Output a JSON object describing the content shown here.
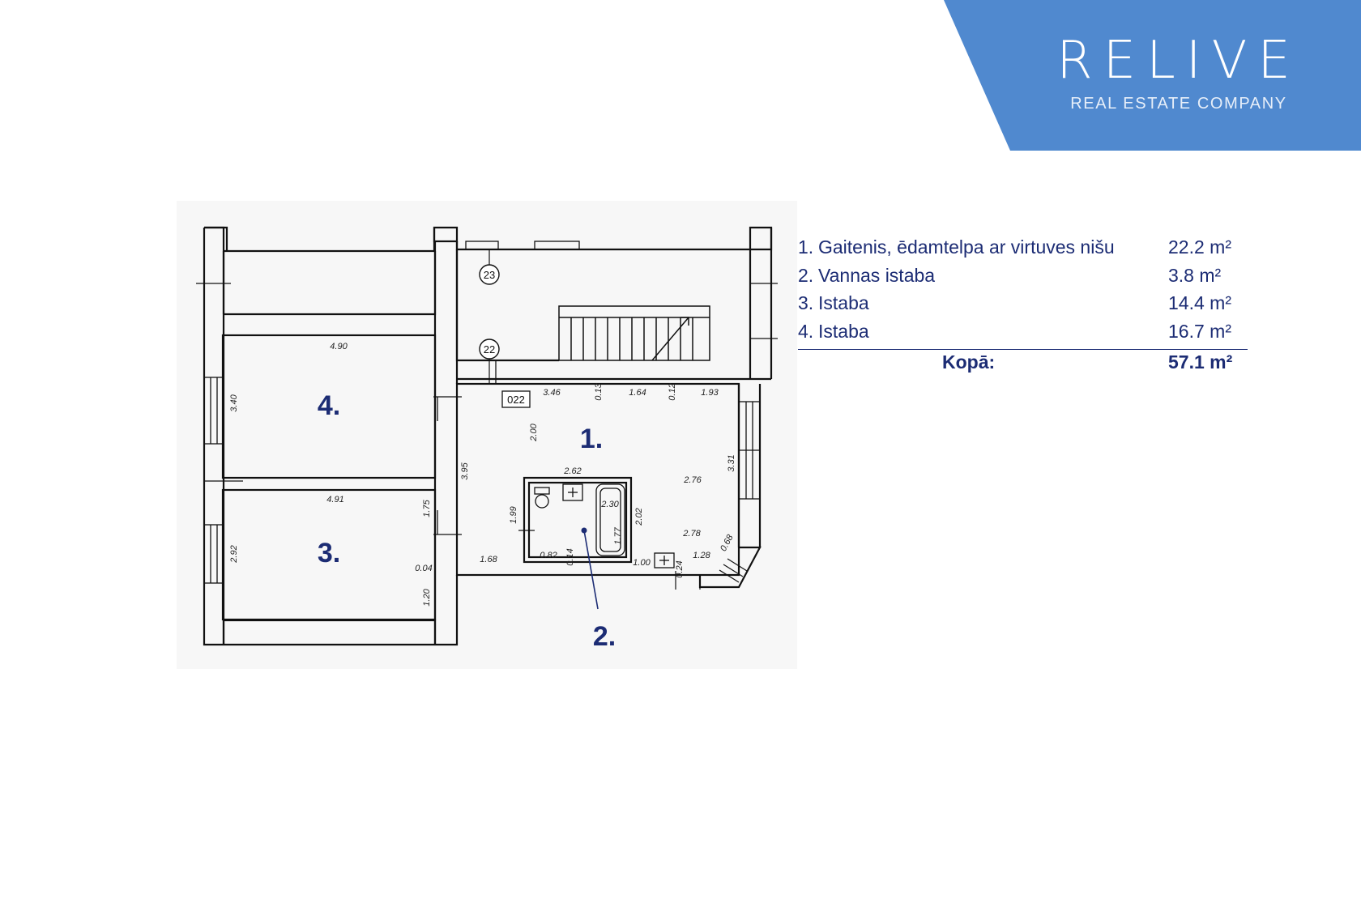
{
  "logo": {
    "title": "RELIVE",
    "subtitle": "REAL ESTATE COMPANY",
    "color": "#5089cf"
  },
  "legend": {
    "rooms": [
      {
        "num": "1.",
        "name": "Gaitenis, ēdamtelpa ar virtuves nišu",
        "area": "22.2 m²"
      },
      {
        "num": "2.",
        "name": "Vannas istaba",
        "area": "3.8 m²"
      },
      {
        "num": "3.",
        "name": "Istaba",
        "area": "14.4 m²"
      },
      {
        "num": "4.",
        "name": "Istaba",
        "area": "16.7 m²"
      }
    ],
    "total_label": "Kopā:",
    "total_area": "57.1 m²"
  },
  "plan": {
    "room_labels": {
      "r1": "1.",
      "r2": "2.",
      "r3": "3.",
      "r4": "4."
    },
    "apartment_code": "022",
    "markers": {
      "m23": "23",
      "m22": "22"
    },
    "dimensions": {
      "d490": "4.90",
      "d340": "3.40",
      "d491": "4.91",
      "d175": "1.75",
      "d292": "2.92",
      "d004": "0.04",
      "d120": "1.20",
      "d346": "3.46",
      "d013": "0.13",
      "d164": "1.64",
      "d012": "0.12",
      "d193": "1.93",
      "d200": "2.00",
      "d395": "3.95",
      "d262": "2.62",
      "d331": "3.31",
      "d276": "2.76",
      "d230": "2.30",
      "d199": "1.99",
      "d202": "2.02",
      "d177": "1.77",
      "d278": "2.78",
      "d168": "1.68",
      "d082": "0.82",
      "d014": "0.14",
      "d100": "1.00",
      "d024": "0.24",
      "d128": "1.28",
      "d068": "0.68"
    }
  }
}
